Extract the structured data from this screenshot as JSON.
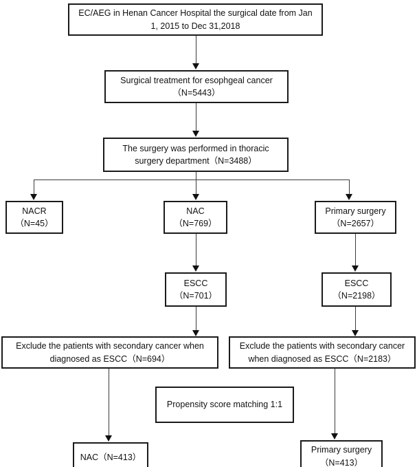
{
  "figure": {
    "type": "flowchart",
    "title": "Patient selection flow diagram",
    "accent_color": "#1a1a1a",
    "line_color": "#3a3a3a",
    "background": "#ffffff"
  },
  "nodes": {
    "source_cohort": {
      "label": "EC/AEG in Henan Cancer Hospital the surgical date from Jan\n1, 2015 to Dec 31,2018"
    },
    "surgical_treatment": {
      "label": "Surgical treatment for esophgeal cancer\n（N=5443）"
    },
    "thoracic_department": {
      "label": "The surgery was performed in thoracic\nsurgery department（N=3488）"
    },
    "nacr": {
      "label": "NACR\n（N=45）"
    },
    "nac": {
      "label": "NAC\n（N=769）"
    },
    "primary_surgery": {
      "label": "Primary surgery\n（N=2657）"
    },
    "escc_nac": {
      "label": "ESCC\n（N=701）"
    },
    "escc_primary": {
      "label": "ESCC\n（N=2198）"
    },
    "exclude_nac": {
      "label": "Exclude the patients with secondary cancer when\ndiagnosed as ESCC（N=694）"
    },
    "exclude_primary": {
      "label": "Exclude the patients with secondary cancer\nwhen diagnosed as ESCC（N=2183）"
    },
    "propensity_matching": {
      "label": "Propensity score matching 1:1"
    },
    "final_nac": {
      "label": "NAC（N=413）"
    },
    "final_primary": {
      "label": "Primary surgery\n（N=413）"
    }
  },
  "counts": {
    "source_total": null,
    "surgical_treatment": 5443,
    "thoracic_department": 3488,
    "nacr": 45,
    "nac": 769,
    "primary_surgery": 2657,
    "escc_nac": 701,
    "escc_primary": 2198,
    "exclude_nac": 694,
    "exclude_primary": 2183,
    "final_nac": 413,
    "final_primary": 413
  }
}
